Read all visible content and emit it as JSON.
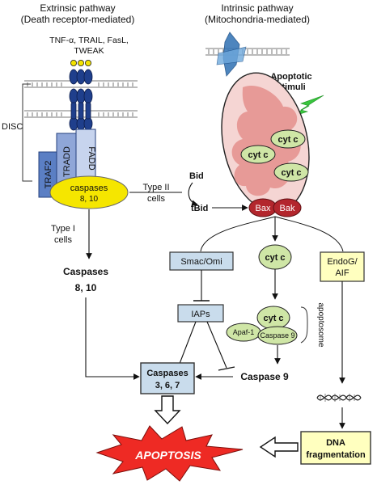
{
  "extrinsic": {
    "title_line1": "Extrinsic pathway",
    "title_line2": "(Death receptor-mediated)",
    "ligands_line1": "TNF-α, TRAIL, FasL,",
    "ligands_line2": "TWEAK",
    "disc_label": "DISC",
    "traf2": "TRAF2",
    "tradd": "TRADD",
    "fadd": "FADD",
    "caspases_line1": "caspases",
    "caspases_line2": "8, 10",
    "type1_line1": "Type I",
    "type1_line2": "cells",
    "type2_line1": "Type II",
    "type2_line2": "cells",
    "caspases_810_line1": "Caspases",
    "caspases_810_line2": "8, 10"
  },
  "intrinsic": {
    "title_line1": "Intrinsic pathway",
    "title_line2": "(Mitochondria-mediated)",
    "stimuli_line1": "Apoptotic",
    "stimuli_line2": "stimuli",
    "cytc": "cyt c",
    "bid": "Bid",
    "tbid": "tBid",
    "bax": "Bax",
    "bak": "Bak",
    "smac": "Smac/Omi",
    "endog_line1": "EndoG/",
    "endog_line2": "AIF",
    "iaps": "IAPs",
    "apaf": "Apaf-1",
    "caspase9_small": "Caspase 9",
    "apoptosome": "apoptosome",
    "caspase9": "Caspase 9",
    "caspases367_line1": "Caspases",
    "caspases367_line2": "3, 6, 7",
    "dna_line1": "DNA",
    "dna_line2": "fragmentation",
    "apoptosis": "APOPTOSIS"
  },
  "colors": {
    "receptor": "#1f3f8c",
    "ligand_dot": "#f2e200",
    "caspase_ellipse": "#f5e600",
    "traf2": "#5b7fc4",
    "tradd": "#8fa6d8",
    "fadd": "#c7d4ee",
    "mito_fill": "#f5d5d3",
    "mito_inner": "#e79a97",
    "cyt_green": "#cfe6a6",
    "bax_bak": "#b3262d",
    "blue_box": "#c9dcec",
    "yellow_box": "#ffffbf",
    "apoptosis_star": "#ee2a24",
    "lightning": "#38c53d",
    "crystal": "#3a78b7"
  }
}
